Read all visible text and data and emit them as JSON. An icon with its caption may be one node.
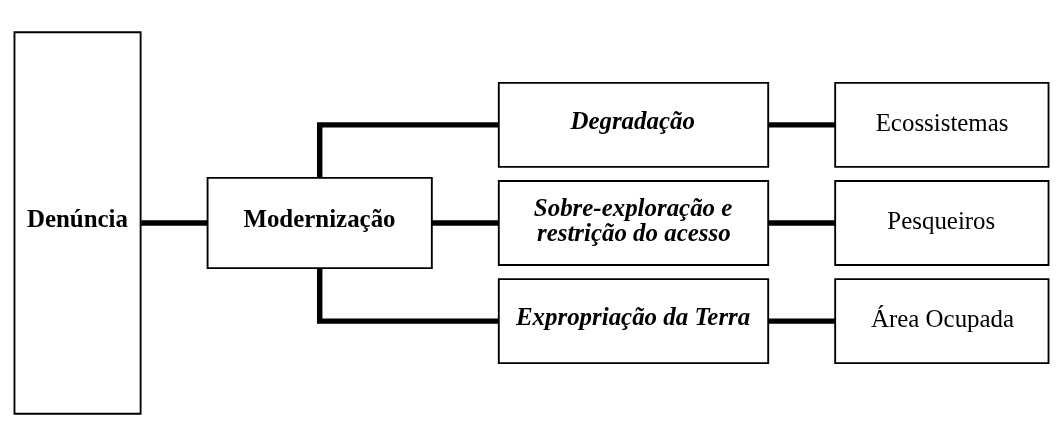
{
  "diagram": {
    "nodes": [
      {
        "text": [
          "Denúncia"
        ]
      },
      {
        "text": [
          "Modernização"
        ]
      },
      {
        "text": [
          "Degradação"
        ]
      },
      {
        "text": [
          "Sobre-exploração e restrição do acesso"
        ]
      },
      {
        "text": [
          "Expropriação da Terra"
        ]
      },
      {
        "text": [
          "Ecossistemas"
        ]
      },
      {
        "text": [
          "Pesqueiros"
        ]
      },
      {
        "text": [
          "Área Ocupada"
        ]
      }
    ],
    "edges": [
      {
        "from": 0,
        "to": 1,
        "arrow": "none"
      },
      {
        "from": 1,
        "to": 2,
        "arrow": "none"
      },
      {
        "from": 1,
        "to": 3,
        "arrow": "none"
      },
      {
        "from": 1,
        "to": 4,
        "arrow": "none"
      },
      {
        "from": 2,
        "to": 5,
        "arrow": "none"
      },
      {
        "from": 3,
        "to": 6,
        "arrow": "none"
      },
      {
        "from": 4,
        "to": 7,
        "arrow": "none"
      }
    ]
  }
}
